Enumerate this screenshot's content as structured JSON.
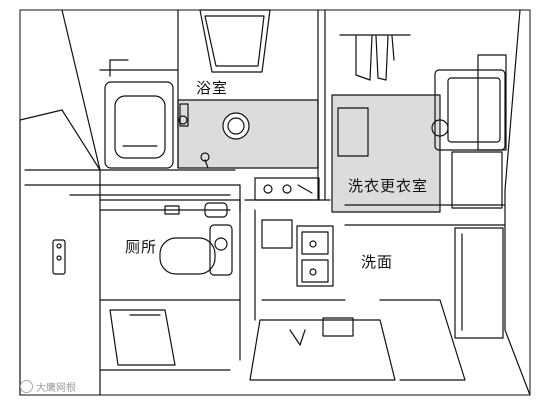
{
  "rooms": {
    "bathroom": "浴室",
    "dressing_room": "洗衣更衣室",
    "toilet": "厕所",
    "washroom": "洗面"
  },
  "watermark": {
    "text": "大鹰网根"
  },
  "colors": {
    "line": "#111111",
    "floor_fill": "#dcdcdc",
    "paper": "#ffffff",
    "watermark": "#9a9a9a"
  }
}
